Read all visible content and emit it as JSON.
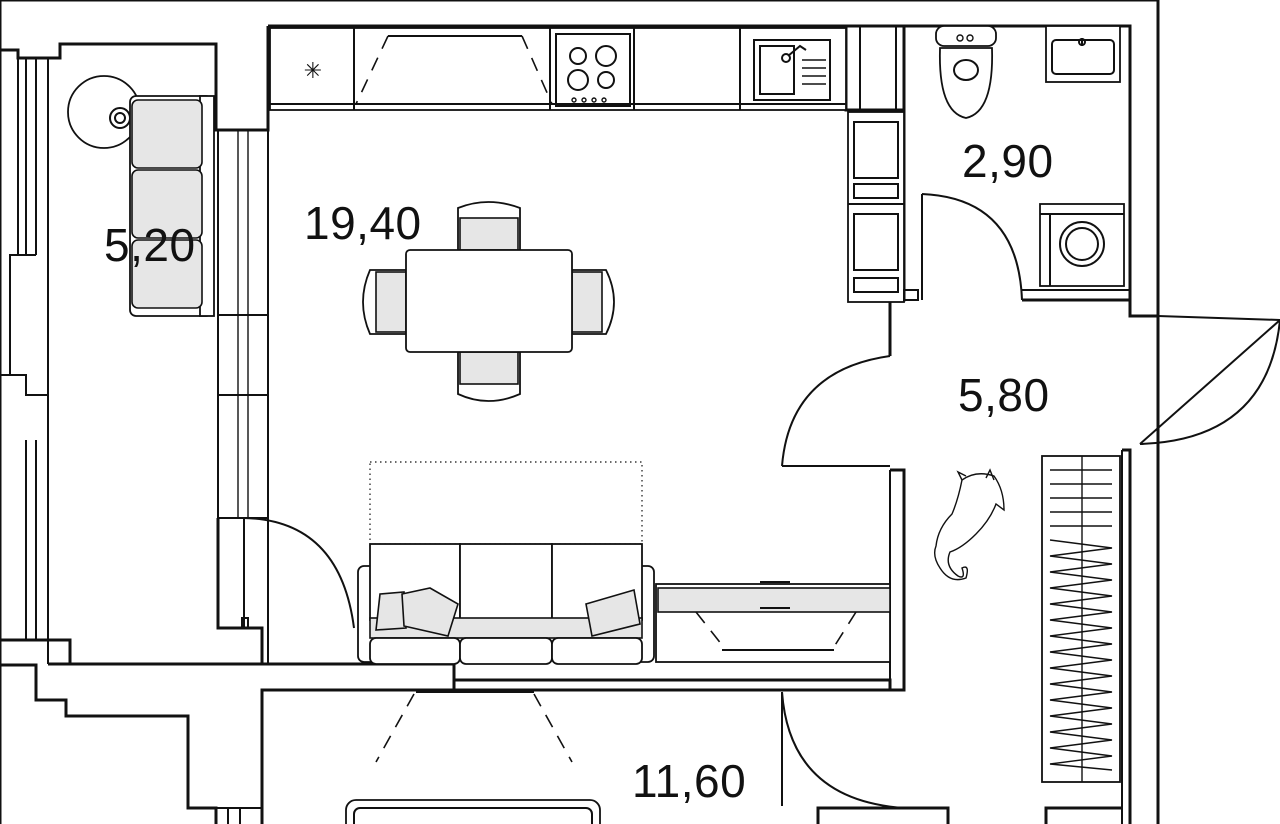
{
  "rooms": [
    {
      "id": "balcony",
      "area": "5,20"
    },
    {
      "id": "kitchen-living",
      "area": "19,40"
    },
    {
      "id": "bathroom",
      "area": "2,90"
    },
    {
      "id": "hallway",
      "area": "5,80"
    },
    {
      "id": "bedroom",
      "area": "11,60"
    }
  ],
  "icons": {
    "freezer_symbol": "✳"
  },
  "colors": {
    "line": "#111111",
    "furniture_fill": "#e6e6e6",
    "background": "#ffffff"
  }
}
